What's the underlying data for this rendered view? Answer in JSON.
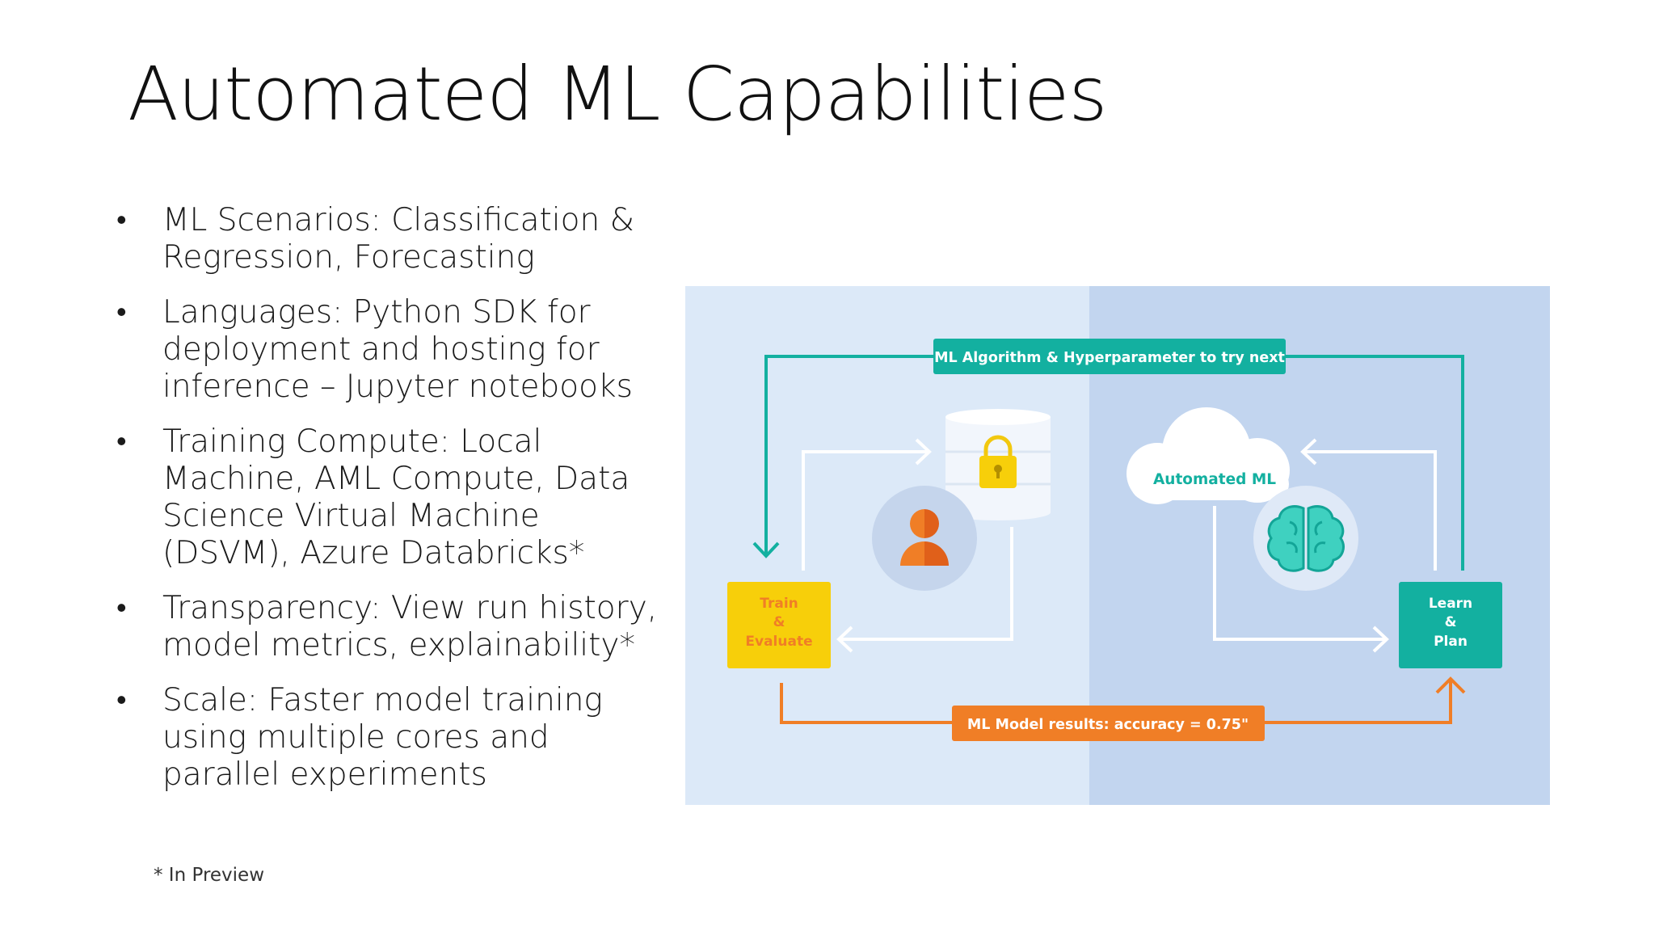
{
  "slide": {
    "title": "Automated ML Capabilities",
    "bullets": [
      "ML Scenarios: Classification & Regression, Forecasting",
      "Languages: Python SDK for deployment and hosting for inference – Jupyter notebooks",
      "Training Compute: Local Machine, AML Compute, Data Science Virtual Machine (DSVM), Azure Databricks*",
      "Transparency: View run history, model metrics, explainability*",
      "Scale: Faster model training using multiple cores and parallel experiments"
    ],
    "bullet_marker": "•",
    "footnote": "* In Preview"
  },
  "diagram": {
    "top_label": "ML Algorithm & Hyperparameter to try next",
    "bottom_label": "ML Model results: accuracy = 0.75\"",
    "cloud_label": "Automated ML",
    "train_box": {
      "line1": "Train",
      "line2": "&",
      "line3": "Evaluate"
    },
    "learn_box": {
      "line1": "Learn",
      "line2": "&",
      "line3": "Plan"
    },
    "icons": [
      "database-lock-icon",
      "user-icon",
      "cloud-icon",
      "brain-icon"
    ],
    "colors": {
      "left_panel": "#dce9f8",
      "right_panel": "#c2d5ef",
      "teal": "#13b0a0",
      "orange": "#f07e26",
      "yellow": "#f7cf0a",
      "train_text": "#f07e26"
    }
  }
}
